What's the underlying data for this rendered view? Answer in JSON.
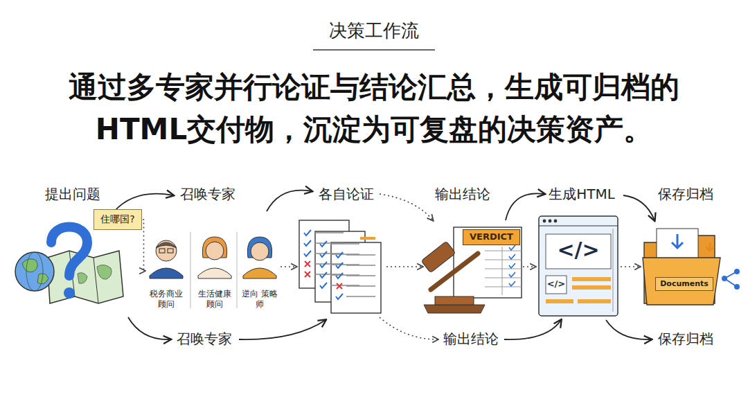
{
  "diagram": {
    "title": "决策工作流",
    "caption": "通过多专家并行论证与结论汇总，生成可归档的 HTML交付物，沉淀为可复盘的决策资产。",
    "nodes": [
      {
        "text": [
          "住哪国?"
        ]
      },
      {
        "text": [
          "税务商业 顾问"
        ]
      },
      {
        "text": [
          "生活健康 顾问"
        ]
      },
      {
        "text": [
          "逆向 策略师"
        ]
      },
      {
        "text": [
          "VERDICT"
        ]
      },
      {
        "text": [
          "Documents"
        ]
      }
    ],
    "edges": [
      {
        "from": 0,
        "to": 1,
        "arrow": "to"
      }
    ],
    "labels": [
      "提出问题",
      "召唤专家",
      "各自论证",
      "输出结论",
      "生成HTML",
      "保存归档",
      "召唤专家",
      "输出结论",
      "保存归档",
      "</>",
      "</>"
    ]
  }
}
